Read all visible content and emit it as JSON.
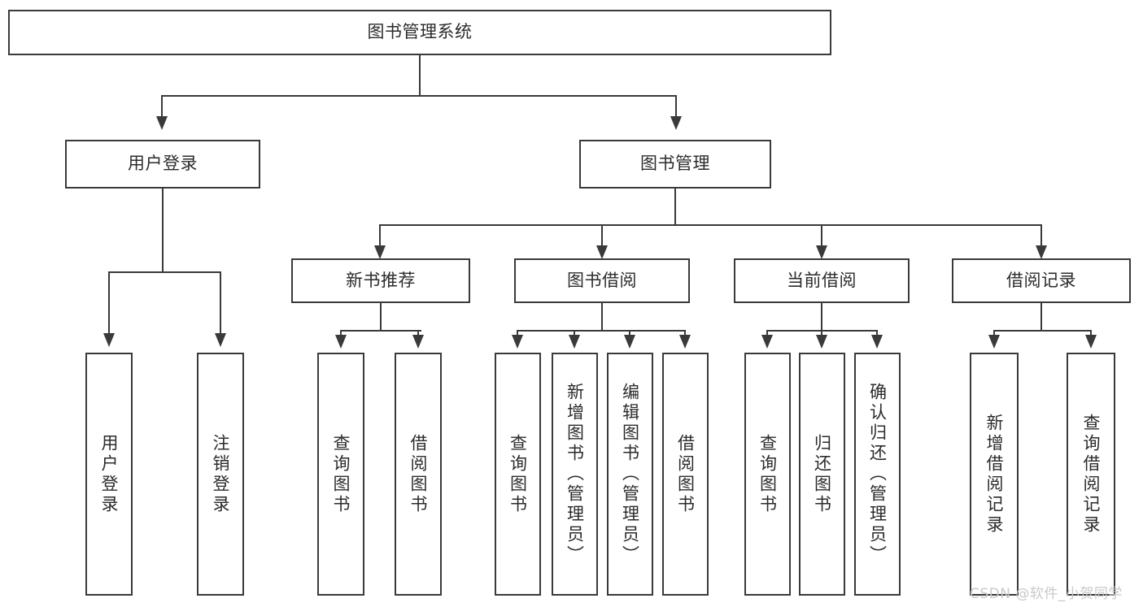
{
  "diagram": {
    "type": "tree-hierarchy-diagram",
    "title": "图书管理系统",
    "colors": {
      "stroke": "#3a3a3a",
      "text": "#2b2b2b",
      "background": "#ffffff",
      "watermark": "#c9c9c9"
    },
    "root": {
      "label": "图书管理系统"
    },
    "level2": [
      {
        "label": "用户登录"
      },
      {
        "label": "图书管理"
      }
    ],
    "level3": [
      {
        "label": "新书推荐"
      },
      {
        "label": "图书借阅"
      },
      {
        "label": "当前借阅"
      },
      {
        "label": "借阅记录"
      }
    ],
    "leaves": {
      "user_login": [
        {
          "label": "用户登录"
        },
        {
          "label": "注销登录"
        }
      ],
      "new_book_recommend": [
        {
          "label": "查询图书"
        },
        {
          "label": "借阅图书"
        }
      ],
      "book_borrow": [
        {
          "label": "查询图书"
        },
        {
          "label": "新增图书（管理员）"
        },
        {
          "label": "编辑图书（管理员）"
        },
        {
          "label": "借阅图书"
        }
      ],
      "current_borrow": [
        {
          "label": "查询图书"
        },
        {
          "label": "归还图书"
        },
        {
          "label": "确认归还（管理员）"
        }
      ],
      "borrow_record": [
        {
          "label": "新增借阅记录"
        },
        {
          "label": "查询借阅记录"
        }
      ]
    }
  },
  "watermark": {
    "text": "CSDN @软件_小贺同学"
  }
}
